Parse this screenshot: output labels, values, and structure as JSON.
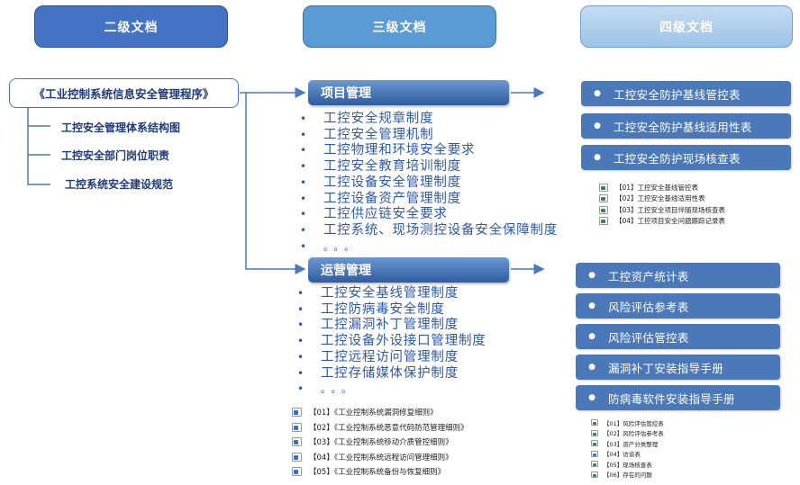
{
  "headers": {
    "level2": "二级文档",
    "level3": "三级文档",
    "level4": "四级文档"
  },
  "level2": {
    "procedure": "《工业控制系统信息安全管理程序》",
    "sub_items": [
      "工控安全管理体系结构图",
      "工控安全部门岗位职责",
      "工控系统安全建设规范"
    ]
  },
  "level3": {
    "project": {
      "title": "项目管理",
      "items": [
        "工控安全规章制度",
        "工控安全管理机制",
        "工控物理和环境安全要求",
        "工控安全教育培训制度",
        "工控设备安全管理制度",
        "工控设备资产管理制度",
        "工控供应链安全要求",
        "工控系统、现场测控设备安全保障制度",
        "。。。"
      ]
    },
    "operations": {
      "title": "运营管理",
      "items": [
        "工控安全基线管理制度",
        "工控防病毒安全制度",
        "工控漏洞补丁管理制度",
        "工控设备外设接口管理制度",
        "工控远程访问管理制度",
        "工控存储媒体保护制度",
        "。。。"
      ]
    },
    "files": [
      {
        "icon": "word-doc-icon",
        "type": "doc",
        "label": "【01】《工业控制系统漏洞修复细则》"
      },
      {
        "icon": "word-doc-icon",
        "type": "doc",
        "label": "【02】《工业控制系统恶意代码防范管理细则》"
      },
      {
        "icon": "word-doc-icon",
        "type": "doc",
        "label": "【03】《工业控制系统移动介质管控细则》"
      },
      {
        "icon": "word-doc-icon",
        "type": "doc",
        "label": "【04】《工业控制系统远程访问管理细则》"
      },
      {
        "icon": "word-doc-icon",
        "type": "doc",
        "label": "【05】《工业控制系统备份与恢复细则》"
      }
    ]
  },
  "level4": {
    "project_boxes": [
      "工控安全防护基线管控表",
      "工控安全防护基线适用性表",
      "工控安全防护现场核查表"
    ],
    "project_files": [
      {
        "icon": "excel-sheet-icon",
        "type": "xls",
        "label": "【01】工控安全基线管控表"
      },
      {
        "icon": "excel-sheet-icon",
        "type": "xls",
        "label": "【02】工控安全基线适用性表"
      },
      {
        "icon": "excel-sheet-icon",
        "type": "xls",
        "label": "【03】工控安全项目伴随现场核查表"
      },
      {
        "icon": "excel-sheet-icon",
        "type": "xls",
        "label": "【04】工控项目安全问题跟踪记录表"
      }
    ],
    "operations_boxes": [
      "工控资产统计表",
      "风险评估参考表",
      "风险评估管控表",
      "漏洞补丁安装指导手册",
      "防病毒软件安装指导手册"
    ],
    "operations_files": [
      {
        "icon": "excel-sheet-icon",
        "type": "xls",
        "label": "【01】风险评估管控表"
      },
      {
        "icon": "excel-sheet-icon",
        "type": "xls",
        "label": "【02】风险评估参考表"
      },
      {
        "icon": "excel-sheet-icon",
        "type": "xls",
        "label": "【03】资产分类整理"
      },
      {
        "icon": "word-doc-icon",
        "type": "doc",
        "label": "【04】访谈表"
      },
      {
        "icon": "excel-sheet-icon",
        "type": "xls",
        "label": "【05】现场核查表"
      },
      {
        "icon": "word-doc-icon",
        "type": "doc",
        "label": "【06】存在的问题"
      }
    ]
  },
  "colors": {
    "level2_header": "#4472c4",
    "level3_header": "#5b9bd5",
    "level4_header": "#9dc3e6",
    "connector": "#4a78b8",
    "text_blue": "#2e5aa8"
  }
}
